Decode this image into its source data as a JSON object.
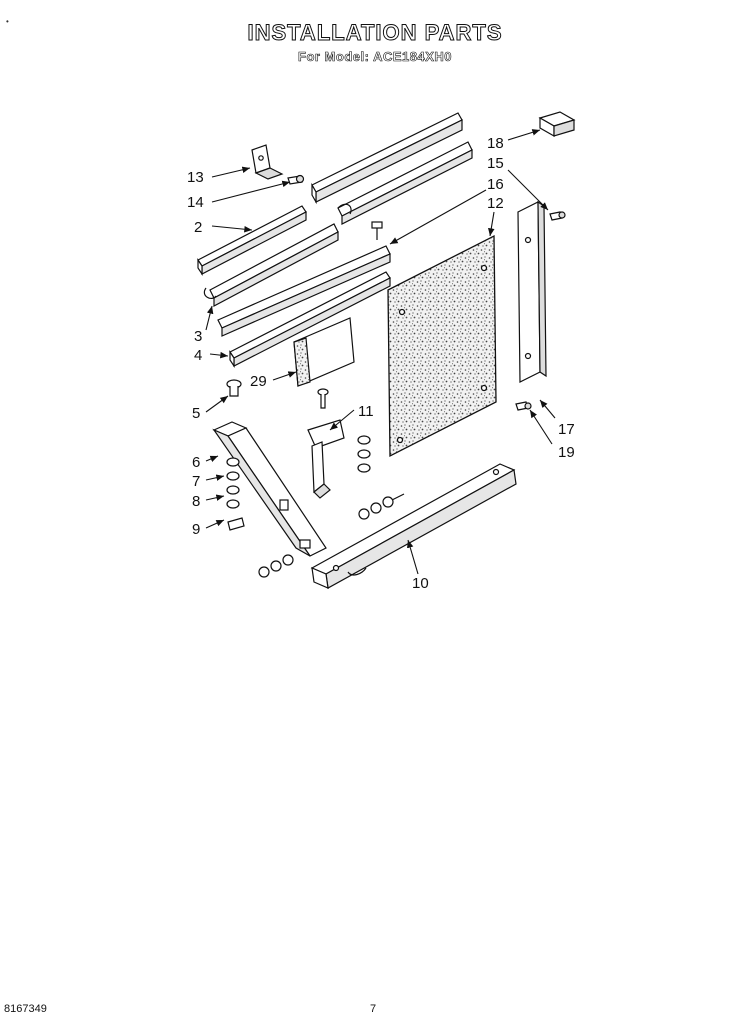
{
  "title": "INSTALLATION PARTS",
  "subtitle": "For Model: ACE184XH0",
  "callouts": [
    "13",
    "14",
    "2",
    "3",
    "4",
    "29",
    "5",
    "6",
    "7",
    "8",
    "9",
    "18",
    "15",
    "16",
    "12",
    "11",
    "17",
    "19",
    "10"
  ],
  "footer": {
    "doc_number": "8167349",
    "page_number": "7"
  }
}
